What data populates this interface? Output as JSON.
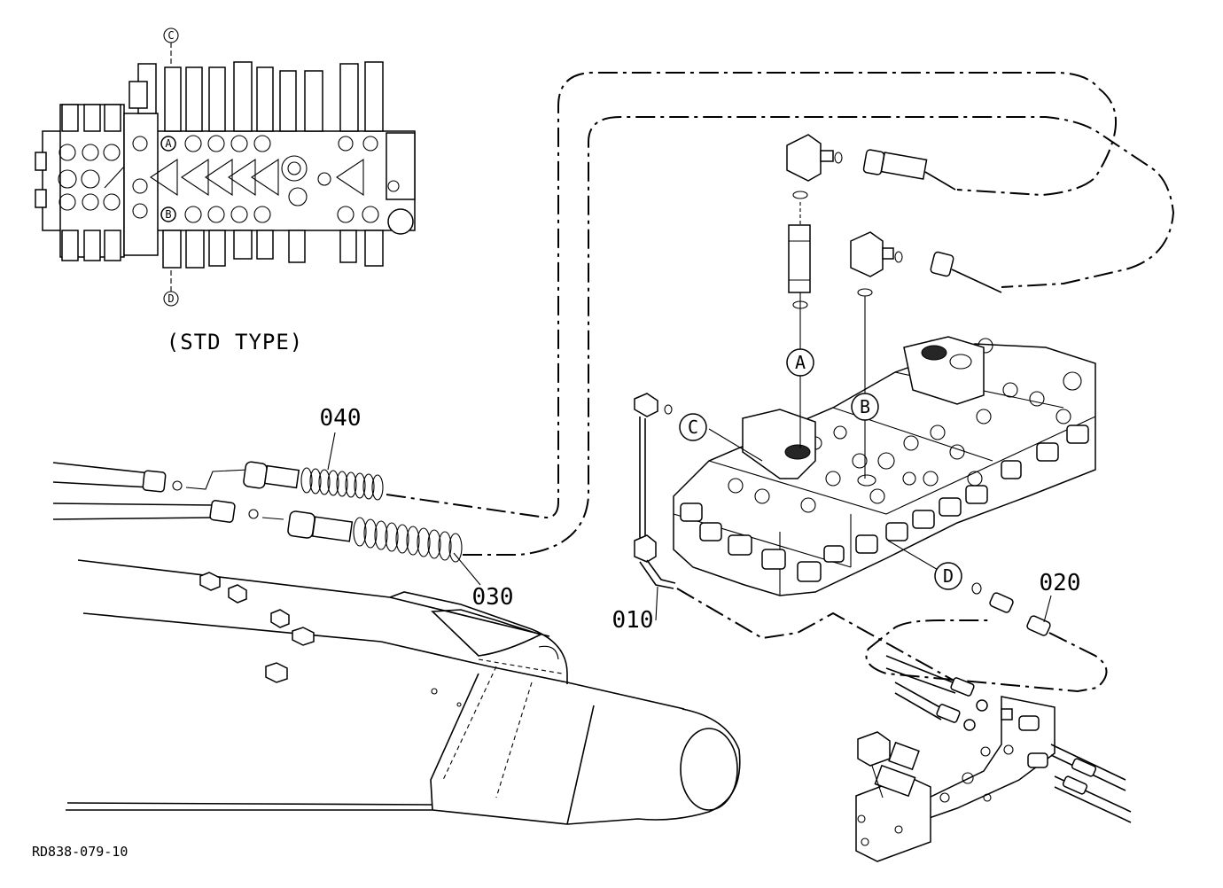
{
  "inset": {
    "caption": "(STD TYPE)",
    "port_labels": [
      "A",
      "B"
    ],
    "section_labels": [
      "C",
      "D"
    ]
  },
  "callouts": {
    "A": "A",
    "B": "B",
    "C": "C",
    "D": "D"
  },
  "parts": [
    {
      "id": "010",
      "label": "010"
    },
    {
      "id": "020",
      "label": "020"
    },
    {
      "id": "030",
      "label": "030"
    },
    {
      "id": "040",
      "label": "040"
    }
  ],
  "drawing_code": "RD838-079-10"
}
